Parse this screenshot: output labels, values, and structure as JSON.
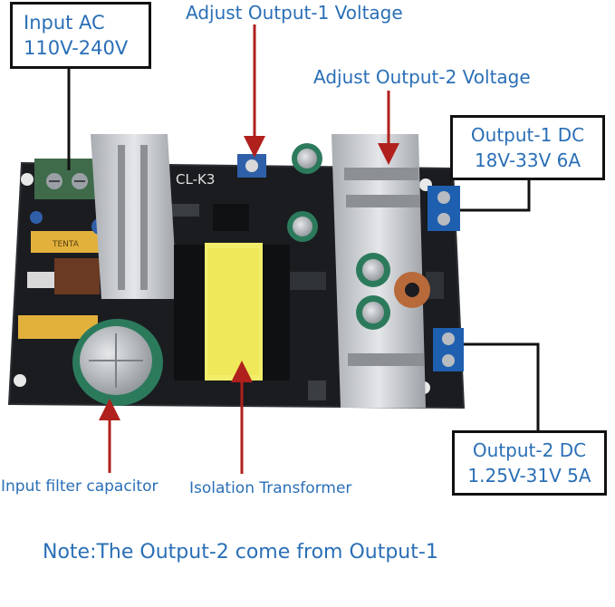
{
  "labels": {
    "input_ac_line1": "Input AC",
    "input_ac_line2": "110V-240V",
    "adjust_output_1": "Adjust Output-1 Voltage",
    "adjust_output_2": "Adjust Output-2 Voltage",
    "output_1_line1": "Output-1 DC",
    "output_1_line2": "18V-33V 6A",
    "output_2_line1": "Output-2 DC",
    "output_2_line2": "1.25V-31V 5A",
    "input_filter_capacitor": "Input filter capacitor",
    "isolation_transformer": "Isolation Transformer",
    "note": "Note:The Output-2 come from Output-1"
  },
  "board": {
    "silkscreen_model": "CL-K3",
    "capacitor_marking": "TENTA"
  },
  "colors": {
    "label_text": "#2a6fb6",
    "arrow": "#b0201c",
    "pcb": "#1a1c20",
    "heatsink": "#c9ccd0",
    "transformer_core": "#f2ee6a",
    "terminal_blue": "#1f5fb0",
    "terminal_green": "#3f6b4a",
    "cap_sleeve": "#2c7a5c",
    "box_border": "#111111"
  },
  "icons": [
    "red-pointer-arrow",
    "black-leader-line"
  ]
}
